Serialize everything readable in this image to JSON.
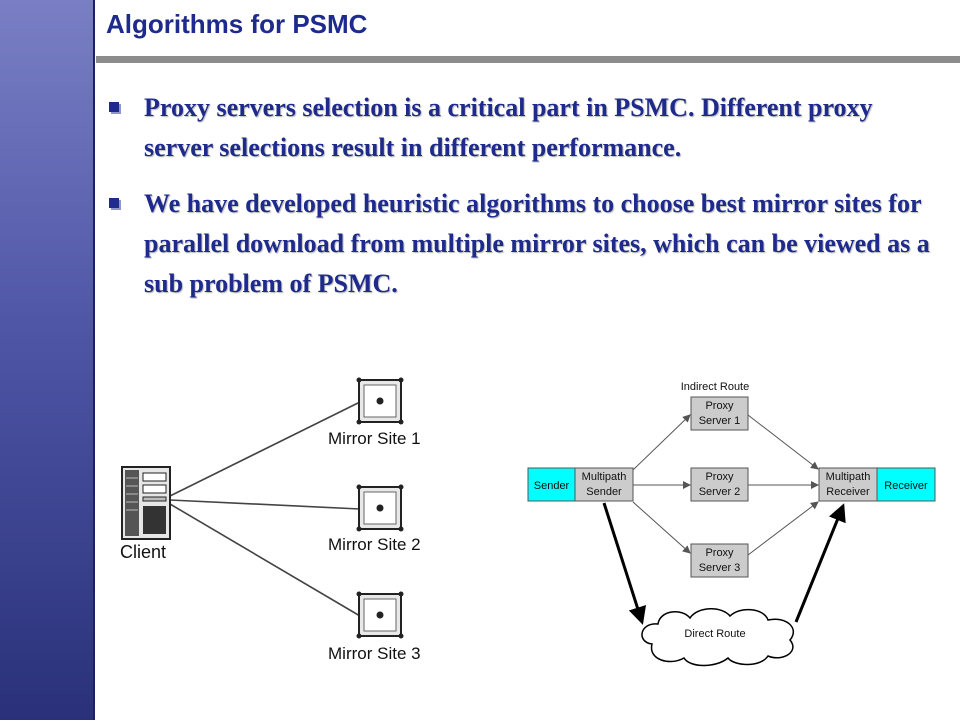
{
  "slide": {
    "title": "Algorithms for PSMC",
    "bullets": [
      "Proxy servers selection is a critical part in PSMC. Different proxy server selections result in different performance.",
      "We have developed heuristic algorithms to choose best mirror sites for parallel download from multiple mirror sites, which can be viewed as a sub problem of PSMC."
    ]
  },
  "left_diagram": {
    "client_label": "Client",
    "mirrors": [
      "Mirror Site 1",
      "Mirror Site 2",
      "Mirror Site 3"
    ]
  },
  "right_diagram": {
    "indirect_route_label": "Indirect Route",
    "sender": "Sender",
    "multipath_sender": [
      "Multipath",
      "Sender"
    ],
    "multipath_receiver": [
      "Multipath",
      "Receiver"
    ],
    "receiver": "Receiver",
    "proxies": [
      [
        "Proxy",
        "Server 1"
      ],
      [
        "Proxy",
        "Server 2"
      ],
      [
        "Proxy",
        "Server 3"
      ]
    ],
    "direct_route_label": "Direct Route"
  },
  "colors": {
    "title_text": "#1e2a8c",
    "cyan_box": "#00ffff",
    "gray_box": "#cccccc",
    "rule": "#8c8c8c"
  }
}
